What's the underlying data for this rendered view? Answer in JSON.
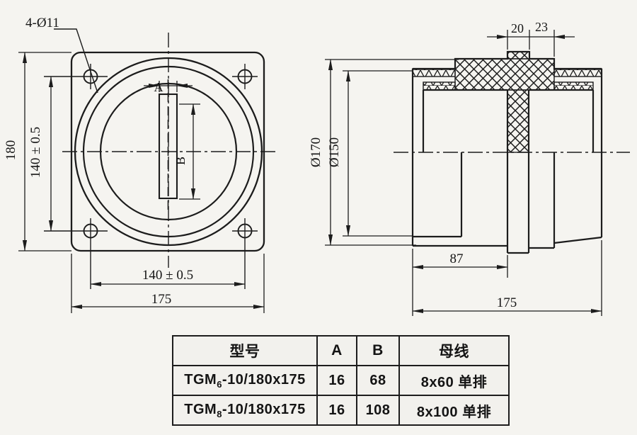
{
  "drawing": {
    "front_view": {
      "hole_callout": "4-Ø11",
      "dim_flange_height": "180",
      "dim_hole_spacing_vertical": "140 ± 0.5",
      "dim_hole_spacing_horizontal": "140 ± 0.5",
      "dim_flange_width": "175",
      "slot_width_label": "A",
      "slot_height_label": "B"
    },
    "side_view": {
      "dim_tip_width": "20",
      "dim_step_width": "23",
      "dim_outer_diameter": "Ø170",
      "dim_inner_diameter": "Ø150",
      "dim_front_length": "87",
      "dim_total_length": "175"
    }
  },
  "spec_table": {
    "headers": {
      "model": "型号",
      "a": "A",
      "b": "B",
      "busbar": "母线"
    },
    "rows": [
      {
        "model_prefix": "TGM",
        "model_subscript": "6",
        "model_suffix": "-10/180x175",
        "a": "16",
        "b": "68",
        "busbar": "8x60 单排"
      },
      {
        "model_prefix": "TGM",
        "model_subscript": "8",
        "model_suffix": "-10/180x175",
        "a": "16",
        "b": "108",
        "busbar": "8x100 单排"
      }
    ]
  },
  "colors": {
    "line": "#1c1c1c",
    "background": "#f5f4f0",
    "table_bg": "#f2f1ed"
  }
}
